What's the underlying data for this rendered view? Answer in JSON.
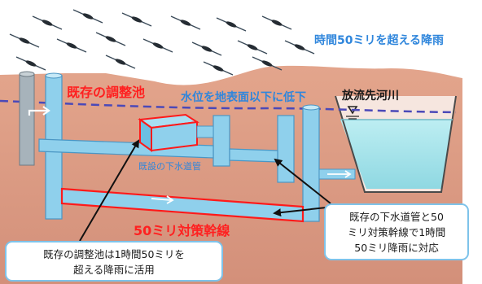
{
  "labels": {
    "rain": "時間50ミリを超える降雨",
    "existing_pond": "既存の調整池",
    "water_level": "水位を地表面以下に低下",
    "river": "放流先河川",
    "existing_sewer": "既設の下水道管",
    "trunk_line": "50ミリ対策幹線"
  },
  "callouts": {
    "right": [
      "既存の下水道管と50",
      "ミリ対策幹線で1時間",
      "50ミリ降雨に対応"
    ],
    "left": [
      "既存の調整池は1時間50ミリを",
      "超える降雨に活用"
    ]
  },
  "colors": {
    "ground": "#d99c84",
    "pipe": "#8fd0ec",
    "text_blue": "#2f86dc",
    "text_red": "#ff2020",
    "callout_border": "#7ec3ea"
  }
}
